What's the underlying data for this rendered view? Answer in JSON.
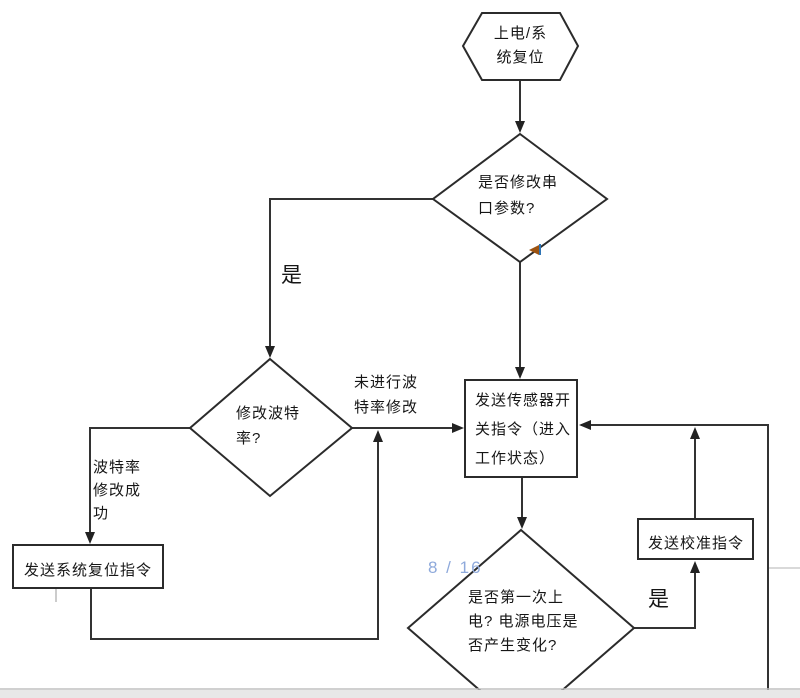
{
  "diagram_title": "sensor-init-flowchart",
  "page_number": "8 / 16",
  "colors": {
    "line": "#333333",
    "text": "#161616",
    "page_number_blue": "#8ea9db",
    "page_strip": "#e8e8e8",
    "strip_border": "#c0c0c0",
    "cursor_mark_orange": "#9c5312",
    "cursor_mark_blue": "#2e74b5"
  },
  "nodes": {
    "start": {
      "shape": "hexagon",
      "text": "上电/系\n统复位"
    },
    "decision_serial": {
      "shape": "diamond",
      "text": "是否修改串\n口参数?"
    },
    "decision_baud": {
      "shape": "diamond",
      "text": "修改波特\n率?"
    },
    "box_reset": {
      "shape": "rect",
      "text": "发送系统复位指令"
    },
    "box_sensor": {
      "shape": "rect",
      "text": "发送传感器开\n关指令（进入\n工作状态）"
    },
    "decision_first_power": {
      "shape": "diamond",
      "text": "是否第一次上\n电? 电源电压是\n否产生变化?"
    },
    "box_calibrate": {
      "shape": "rect",
      "text": "发送校准指令"
    }
  },
  "edge_labels": {
    "serial_yes": "是",
    "baud_not_modified": "未进行波\n特率修改",
    "baud_modified_ok": "波特率\n修改成\n功",
    "first_power_yes": "是"
  }
}
